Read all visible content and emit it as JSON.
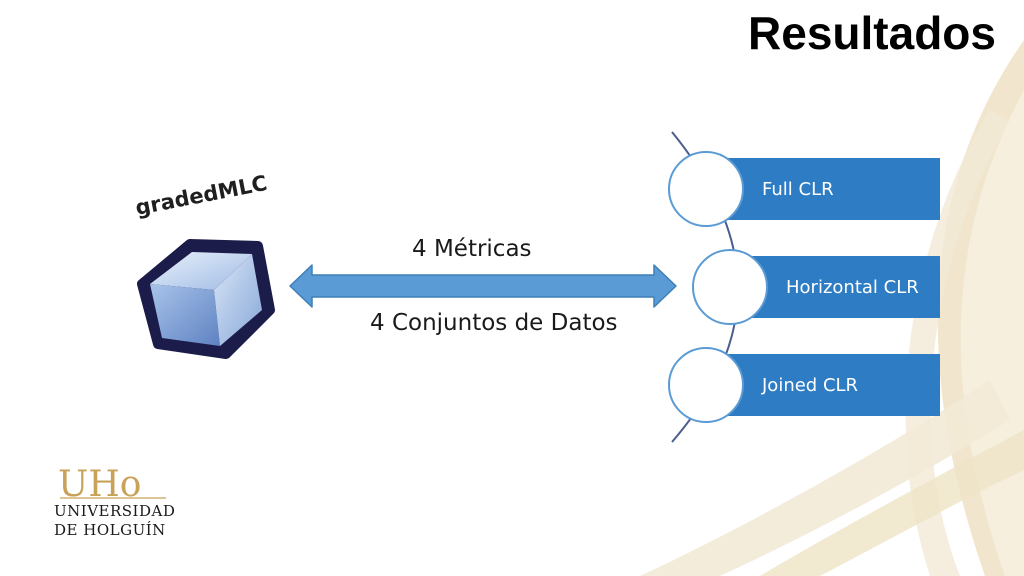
{
  "slide": {
    "title": "Resultados"
  },
  "cube": {
    "label": "gradedMLC",
    "icon": "cube-icon"
  },
  "arrow": {
    "top_label": "4 Métricas",
    "bottom_label": "4 Conjuntos de Datos"
  },
  "list": {
    "items": [
      {
        "label": "Full CLR"
      },
      {
        "label": "Horizontal CLR"
      },
      {
        "label": "Joined CLR"
      }
    ]
  },
  "logo": {
    "monogram": "UHo",
    "line1": "UNIVERSIDAD",
    "line2": "DE HOLGUÍN"
  },
  "colors": {
    "bar": "#2e7cc4",
    "arrow": "#5b9bd5",
    "swoosh": "#f3ead6",
    "logo_gold": "#c9a25a"
  }
}
